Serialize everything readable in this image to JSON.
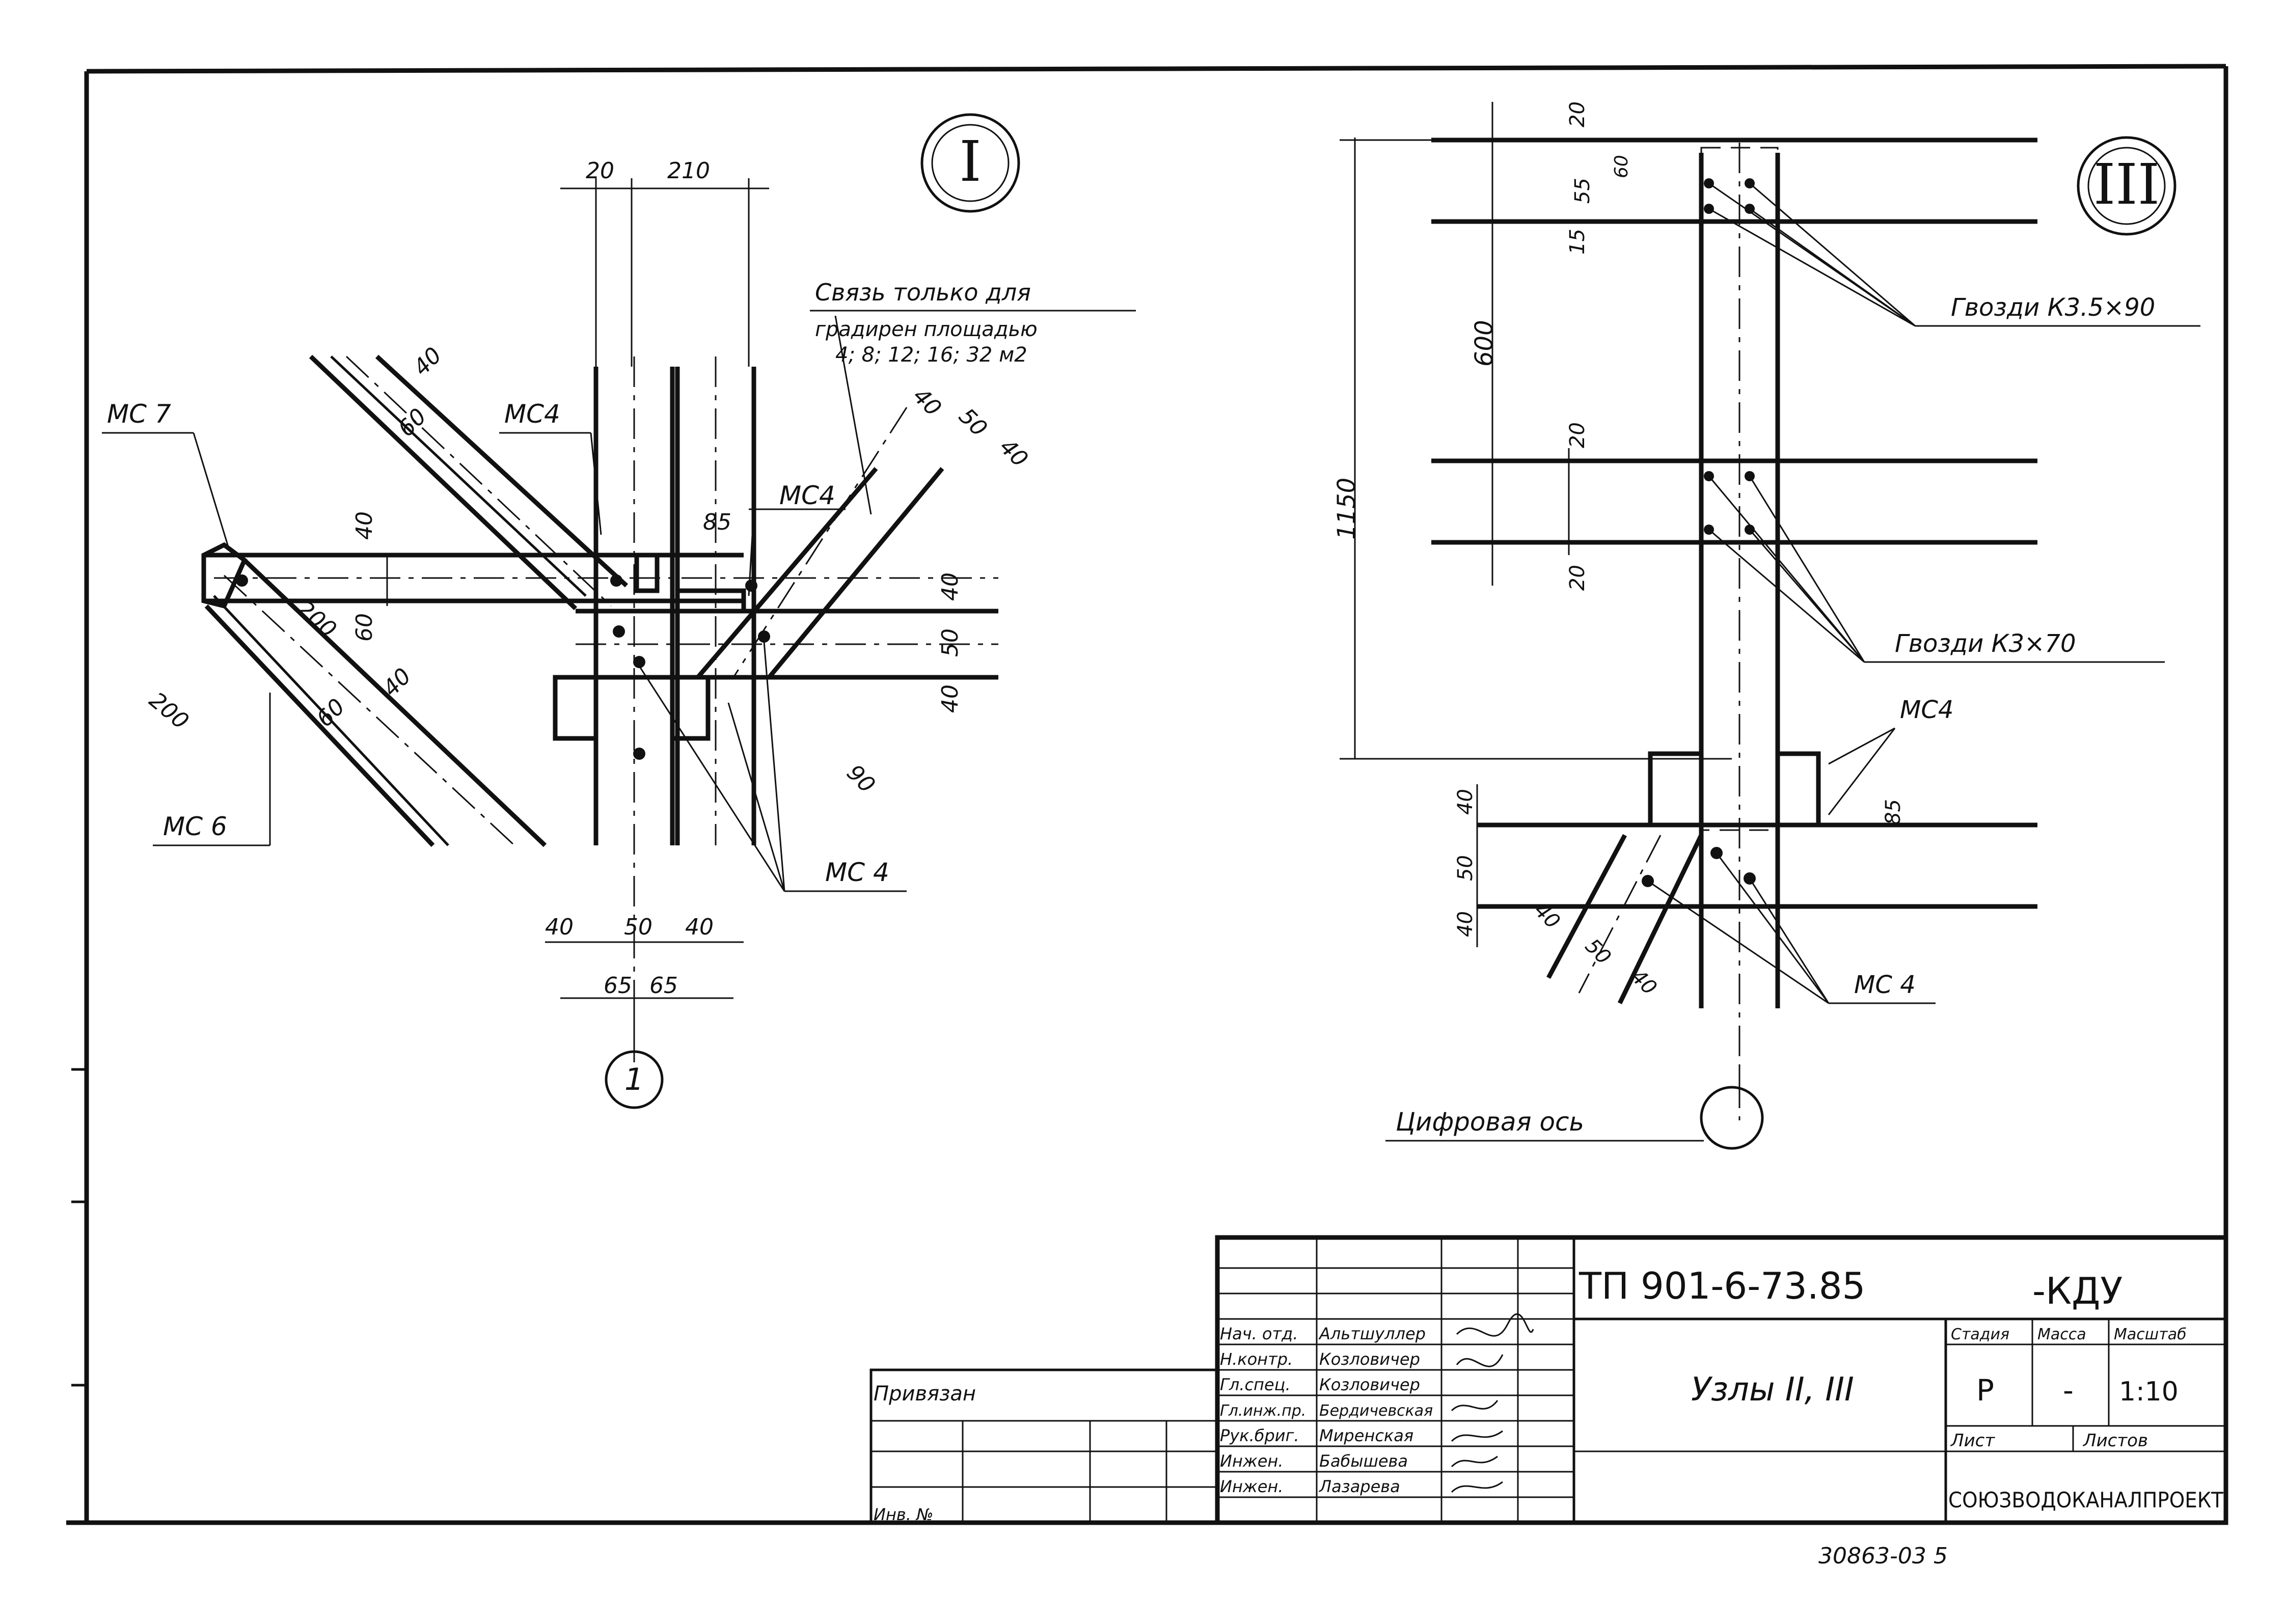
{
  "node_1": {
    "marker": "I",
    "axis_label": "1",
    "brace_note_line1": "Связь только для",
    "brace_note_line2": "градирен площадью",
    "brace_note_line3": "4; 8; 12; 16; 32 м2",
    "labels": {
      "mc7": "МС 7",
      "mc6": "МС 6",
      "mc4_a": "МС4",
      "mc4_b": "МС4",
      "mc4_c": "МС 4"
    },
    "dims": {
      "top_a": "20",
      "top_b": "210",
      "d40_a": "40",
      "d60_a": "60",
      "d40_b": "40",
      "d60_b": "60",
      "d40_c": "40",
      "d200_a": "200",
      "d200_b": "200",
      "d85": "85",
      "d40_r": "40",
      "d50_r": "50",
      "d40_r2": "40",
      "bot_40a": "40",
      "bot_50": "50",
      "bot_40b": "40",
      "bot_65a": "65",
      "bot_65b": "65",
      "rb_40": "40",
      "rb_50": "50",
      "rb_40b": "40",
      "rb_90": "90"
    }
  },
  "node_3": {
    "marker": "III",
    "axis_label": "Цифровая ось",
    "nails_a": "Гвозди К3.5×90",
    "nails_b": "Гвозди К3×70",
    "mc4_a": "МС4",
    "mc4_b": "МС 4",
    "dims": {
      "d1150": "1150",
      "d600": "600",
      "d20_a": "20",
      "d60": "60",
      "d55": "55",
      "d15": "15",
      "d20_b": "20",
      "d20_c": "20",
      "d85": "85",
      "d40_a": "40",
      "d50_a": "50",
      "d40_b": "40",
      "s40": "40",
      "s50": "50",
      "s40b": "40"
    }
  },
  "title_block": {
    "doc_code": "ТП 901-6-73.85",
    "suffix": "-КДУ",
    "title": "Узлы II, III",
    "stage_h": "Стадия",
    "mass_h": "Масса",
    "scale_h": "Масштаб",
    "stage": "Р",
    "mass": "-",
    "scale": "1:10",
    "sheet_h": "Лист",
    "sheets_h": "Листов",
    "org": "СОЮЗВОДОКАНАЛПРОЕКТ",
    "bound": "Привязан",
    "inv": "Инв. №",
    "roles": [
      {
        "role": "Нач. отд.",
        "name": "Альтшуллер"
      },
      {
        "role": "Н.контр.",
        "name": "Козловичер"
      },
      {
        "role": "Гл.спец.",
        "name": "Козловичер"
      },
      {
        "role": "Гл.инж.пр.",
        "name": "Бердичевская"
      },
      {
        "role": "Рук.бриг.",
        "name": "Миренская"
      },
      {
        "role": "Инжен.",
        "name": "Бабышева"
      },
      {
        "role": "Инжен.",
        "name": "Лазарева"
      }
    ]
  },
  "footer_code": "30863-03 5"
}
